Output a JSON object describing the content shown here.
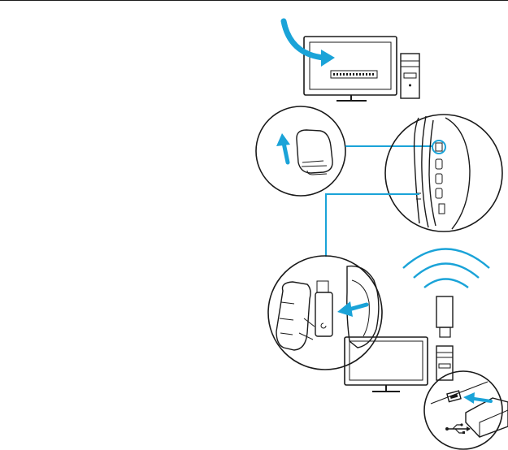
{
  "colors": {
    "accent": "#1aa3d8",
    "line": "#1a1a1a",
    "background": "#ffffff"
  },
  "diagram": {
    "steps": [
      {
        "id": "step-monitor",
        "icons": [
          "computer-monitor-icon",
          "pc-tower-icon",
          "arrow-into-screen-icon"
        ]
      },
      {
        "id": "step-remove-dongle",
        "icons": [
          "earcup-cover-icon",
          "up-arrow-icon",
          "earcup-buttons-closeup-icon"
        ]
      },
      {
        "id": "step-insert-dongle",
        "icons": [
          "usb-dongle-icon",
          "left-arrow-icon",
          "wifi-signal-icon",
          "usb-port-closeup-icon",
          "usb-symbol-icon"
        ]
      }
    ]
  }
}
